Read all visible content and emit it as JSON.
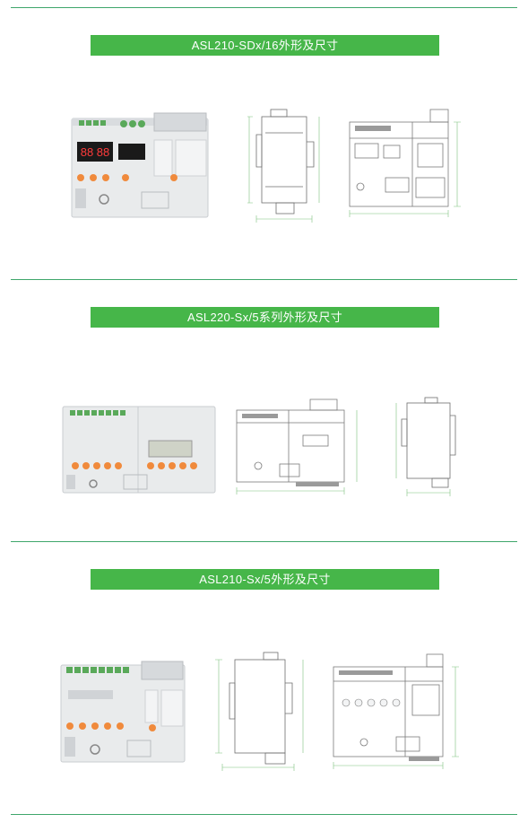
{
  "sections": [
    {
      "title": "ASL210-SDx/16外形及尺寸"
    },
    {
      "title": "ASL220-Sx/5系列外形及尺寸"
    },
    {
      "title": "ASL210-Sx/5外形及尺寸"
    }
  ],
  "colors": {
    "banner": "#46b649",
    "rule": "#3fa66b",
    "terminal_green": "#5aa95a",
    "button_orange": "#f08a3c",
    "display_red": "#ff3b3b",
    "dimension_green": "#7fc27f"
  }
}
